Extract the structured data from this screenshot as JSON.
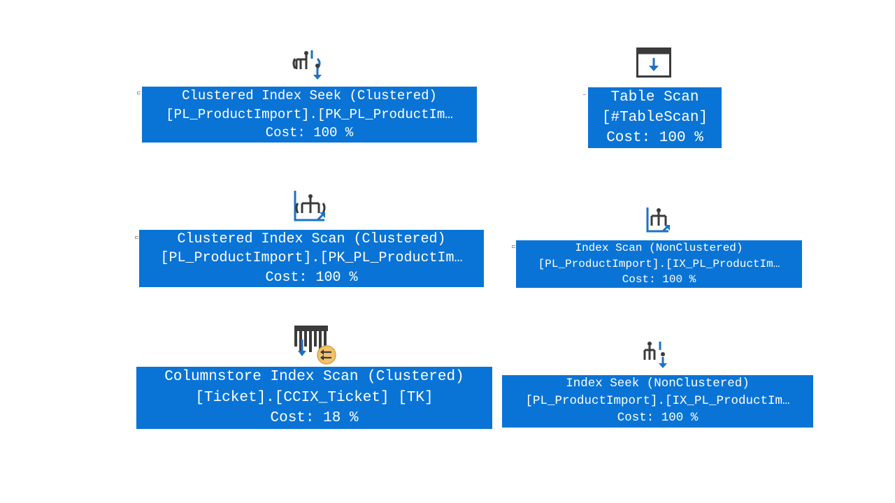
{
  "operators": [
    {
      "name": "clustered-index-seek",
      "icon": "clustered-index-seek-icon",
      "line1": "Clustered Index Seek (Clustered)",
      "line2": "[PL_ProductImport].[PK_PL_ProductIm…",
      "line3": "Cost: 100 %"
    },
    {
      "name": "table-scan",
      "icon": "table-scan-icon",
      "line1": "Table Scan",
      "line2": "[#TableScan]",
      "line3": "Cost: 100 %"
    },
    {
      "name": "clustered-index-scan",
      "icon": "clustered-index-scan-icon",
      "line1": "Clustered Index Scan (Clustered)",
      "line2": "[PL_ProductImport].[PK_PL_ProductIm…",
      "line3": "Cost: 100 %"
    },
    {
      "name": "index-scan-nonclustered",
      "icon": "index-scan-icon",
      "line1": "Index Scan (NonClustered)",
      "line2": "[PL_ProductImport].[IX_PL_ProductIm…",
      "line3": "Cost: 100 %"
    },
    {
      "name": "columnstore-index-scan",
      "icon": "columnstore-index-scan-icon",
      "line1": "Columnstore Index Scan (Clustered)",
      "line2": "[Ticket].[CCIX_Ticket] [TK]",
      "line3": "Cost: 18 %"
    },
    {
      "name": "index-seek-nonclustered",
      "icon": "index-seek-icon",
      "line1": "Index Seek (NonClustered)",
      "line2": "[PL_ProductImport].[IX_PL_ProductIm…",
      "line3": "Cost: 100 %"
    }
  ],
  "colors": {
    "label_bg": "#0a74d6",
    "label_text": "#ffffff",
    "icon_dark": "#3b3b3b",
    "icon_blue": "#1b72c8",
    "badge": "#f2c26b"
  }
}
